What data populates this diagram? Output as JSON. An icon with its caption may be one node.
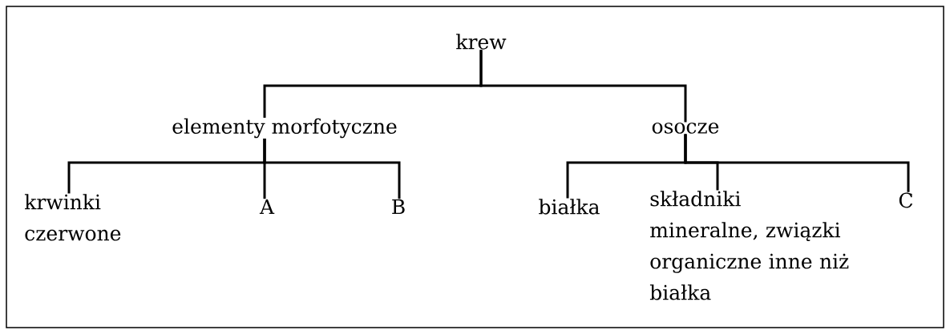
{
  "diagram": {
    "nodes": [
      {
        "text": [
          "krew"
        ]
      },
      {
        "text": [
          "elementy morfotyczne"
        ]
      },
      {
        "text": [
          "osocze"
        ]
      },
      {
        "text": [
          "krwinki czerwone"
        ]
      },
      {
        "text": [
          "A"
        ]
      },
      {
        "text": [
          "B"
        ]
      },
      {
        "text": [
          "białka"
        ]
      },
      {
        "text": [
          "składniki mineralne, związki organiczne inne niż białka"
        ]
      },
      {
        "text": [
          "C"
        ]
      }
    ],
    "edges": [
      {
        "from": 0,
        "to": 1,
        "arrow": "none"
      },
      {
        "from": 0,
        "to": 2,
        "arrow": "none"
      },
      {
        "from": 1,
        "to": 3,
        "arrow": "none"
      },
      {
        "from": 1,
        "to": 4,
        "arrow": "none"
      },
      {
        "from": 1,
        "to": 5,
        "arrow": "none"
      },
      {
        "from": 2,
        "to": 6,
        "arrow": "none"
      },
      {
        "from": 2,
        "to": 7,
        "arrow": "none"
      },
      {
        "from": 2,
        "to": 8,
        "arrow": "none"
      }
    ]
  }
}
